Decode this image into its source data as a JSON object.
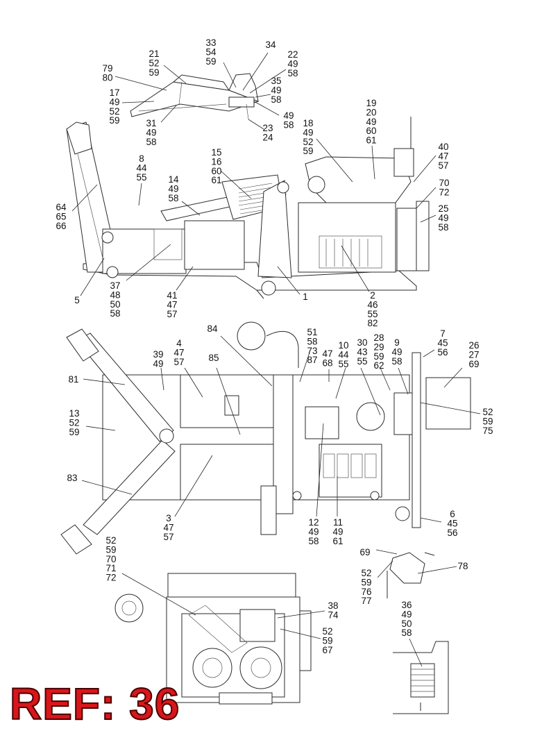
{
  "ref_label": "REF: 36",
  "colors": {
    "ref_fill": "#d8161b",
    "ref_outline": "#4a0000",
    "line": "#2a2a2a"
  },
  "callouts": [
    {
      "lines": [
        "33",
        "54",
        "59"
      ]
    },
    {
      "lines": [
        "34"
      ]
    },
    {
      "lines": [
        "22",
        "49",
        "58"
      ]
    },
    {
      "lines": [
        "21",
        "52",
        "59"
      ]
    },
    {
      "lines": [
        "79",
        "80"
      ]
    },
    {
      "lines": [
        "17",
        "49",
        "52",
        "59"
      ]
    },
    {
      "lines": [
        "35",
        "49",
        "58"
      ]
    },
    {
      "lines": [
        "49",
        "58"
      ]
    },
    {
      "lines": [
        "31",
        "49",
        "58"
      ]
    },
    {
      "lines": [
        "23",
        "24"
      ]
    },
    {
      "lines": [
        "19",
        "20",
        "49",
        "60",
        "61"
      ]
    },
    {
      "lines": [
        "18",
        "49",
        "52",
        "59"
      ]
    },
    {
      "lines": [
        "15",
        "16",
        "60",
        "61"
      ]
    },
    {
      "lines": [
        "8",
        "44",
        "55"
      ]
    },
    {
      "lines": [
        "14",
        "49",
        "58"
      ]
    },
    {
      "lines": [
        "40",
        "47",
        "57"
      ]
    },
    {
      "lines": [
        "70",
        "72"
      ]
    },
    {
      "lines": [
        "25",
        "49",
        "58"
      ]
    },
    {
      "lines": [
        "64",
        "65",
        "66"
      ]
    },
    {
      "lines": [
        "37",
        "48",
        "50",
        "58"
      ]
    },
    {
      "lines": [
        "41",
        "47",
        "57"
      ]
    },
    {
      "lines": [
        "5"
      ]
    },
    {
      "lines": [
        "1"
      ]
    },
    {
      "lines": [
        "2",
        "46",
        "55",
        "82"
      ]
    },
    {
      "lines": [
        "84"
      ]
    },
    {
      "lines": [
        "51",
        "58",
        "73",
        "87"
      ]
    },
    {
      "lines": [
        "4",
        "47",
        "57"
      ]
    },
    {
      "lines": [
        "39",
        "49"
      ]
    },
    {
      "lines": [
        "85"
      ]
    },
    {
      "lines": [
        "47",
        "68"
      ]
    },
    {
      "lines": [
        "10",
        "44",
        "55"
      ]
    },
    {
      "lines": [
        "30",
        "43",
        "55"
      ]
    },
    {
      "lines": [
        "28",
        "29",
        "59",
        "62"
      ]
    },
    {
      "lines": [
        "9",
        "49",
        "58"
      ]
    },
    {
      "lines": [
        "7",
        "45",
        "56"
      ]
    },
    {
      "lines": [
        "26",
        "27",
        "69"
      ]
    },
    {
      "lines": [
        "81"
      ]
    },
    {
      "lines": [
        "13",
        "52",
        "59"
      ]
    },
    {
      "lines": [
        "52",
        "59",
        "75"
      ]
    },
    {
      "lines": [
        "83"
      ]
    },
    {
      "lines": [
        "3",
        "47",
        "57"
      ]
    },
    {
      "lines": [
        "12",
        "49",
        "58"
      ]
    },
    {
      "lines": [
        "11",
        "49",
        "61"
      ]
    },
    {
      "lines": [
        "6",
        "45",
        "56"
      ]
    },
    {
      "lines": [
        "52",
        "59",
        "70",
        "71",
        "72"
      ]
    },
    {
      "lines": [
        "69"
      ]
    },
    {
      "lines": [
        "78"
      ]
    },
    {
      "lines": [
        "52",
        "59",
        "76",
        "77"
      ]
    },
    {
      "lines": [
        "38",
        "74"
      ]
    },
    {
      "lines": [
        "52",
        "59",
        "67"
      ]
    },
    {
      "lines": [
        "36",
        "49",
        "50",
        "58"
      ]
    }
  ]
}
